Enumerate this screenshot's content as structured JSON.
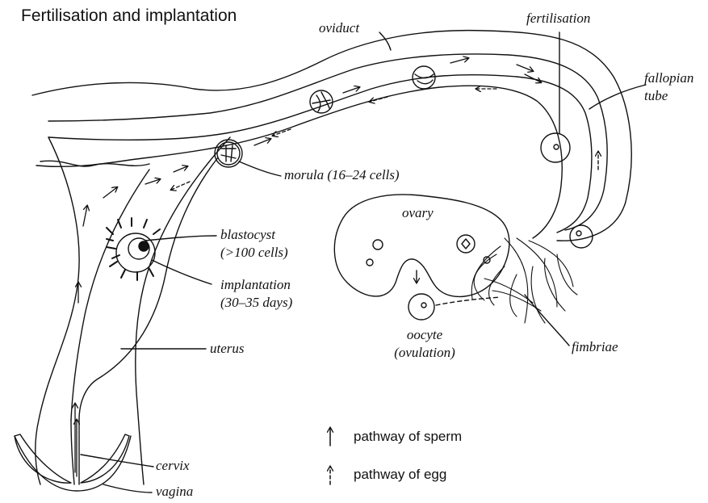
{
  "title": "Fertilisation and implantation",
  "labels": {
    "oviduct": "oviduct",
    "fertilisation": "fertilisation",
    "fallopian_tube_1": "fallopian",
    "fallopian_tube_2": "tube",
    "morula": "morula (16–24 cells)",
    "ovary": "ovary",
    "blastocyst_1": "blastocyst",
    "blastocyst_2": "(>100 cells)",
    "implantation_1": "implantation",
    "implantation_2": "(30–35 days)",
    "uterus": "uterus",
    "oocyte_1": "oocyte",
    "oocyte_2": "(ovulation)",
    "fimbriae": "fimbriae",
    "cervix": "cervix",
    "vagina": "vagina"
  },
  "legend": {
    "sperm": "pathway of sperm",
    "egg": "pathway of egg"
  }
}
